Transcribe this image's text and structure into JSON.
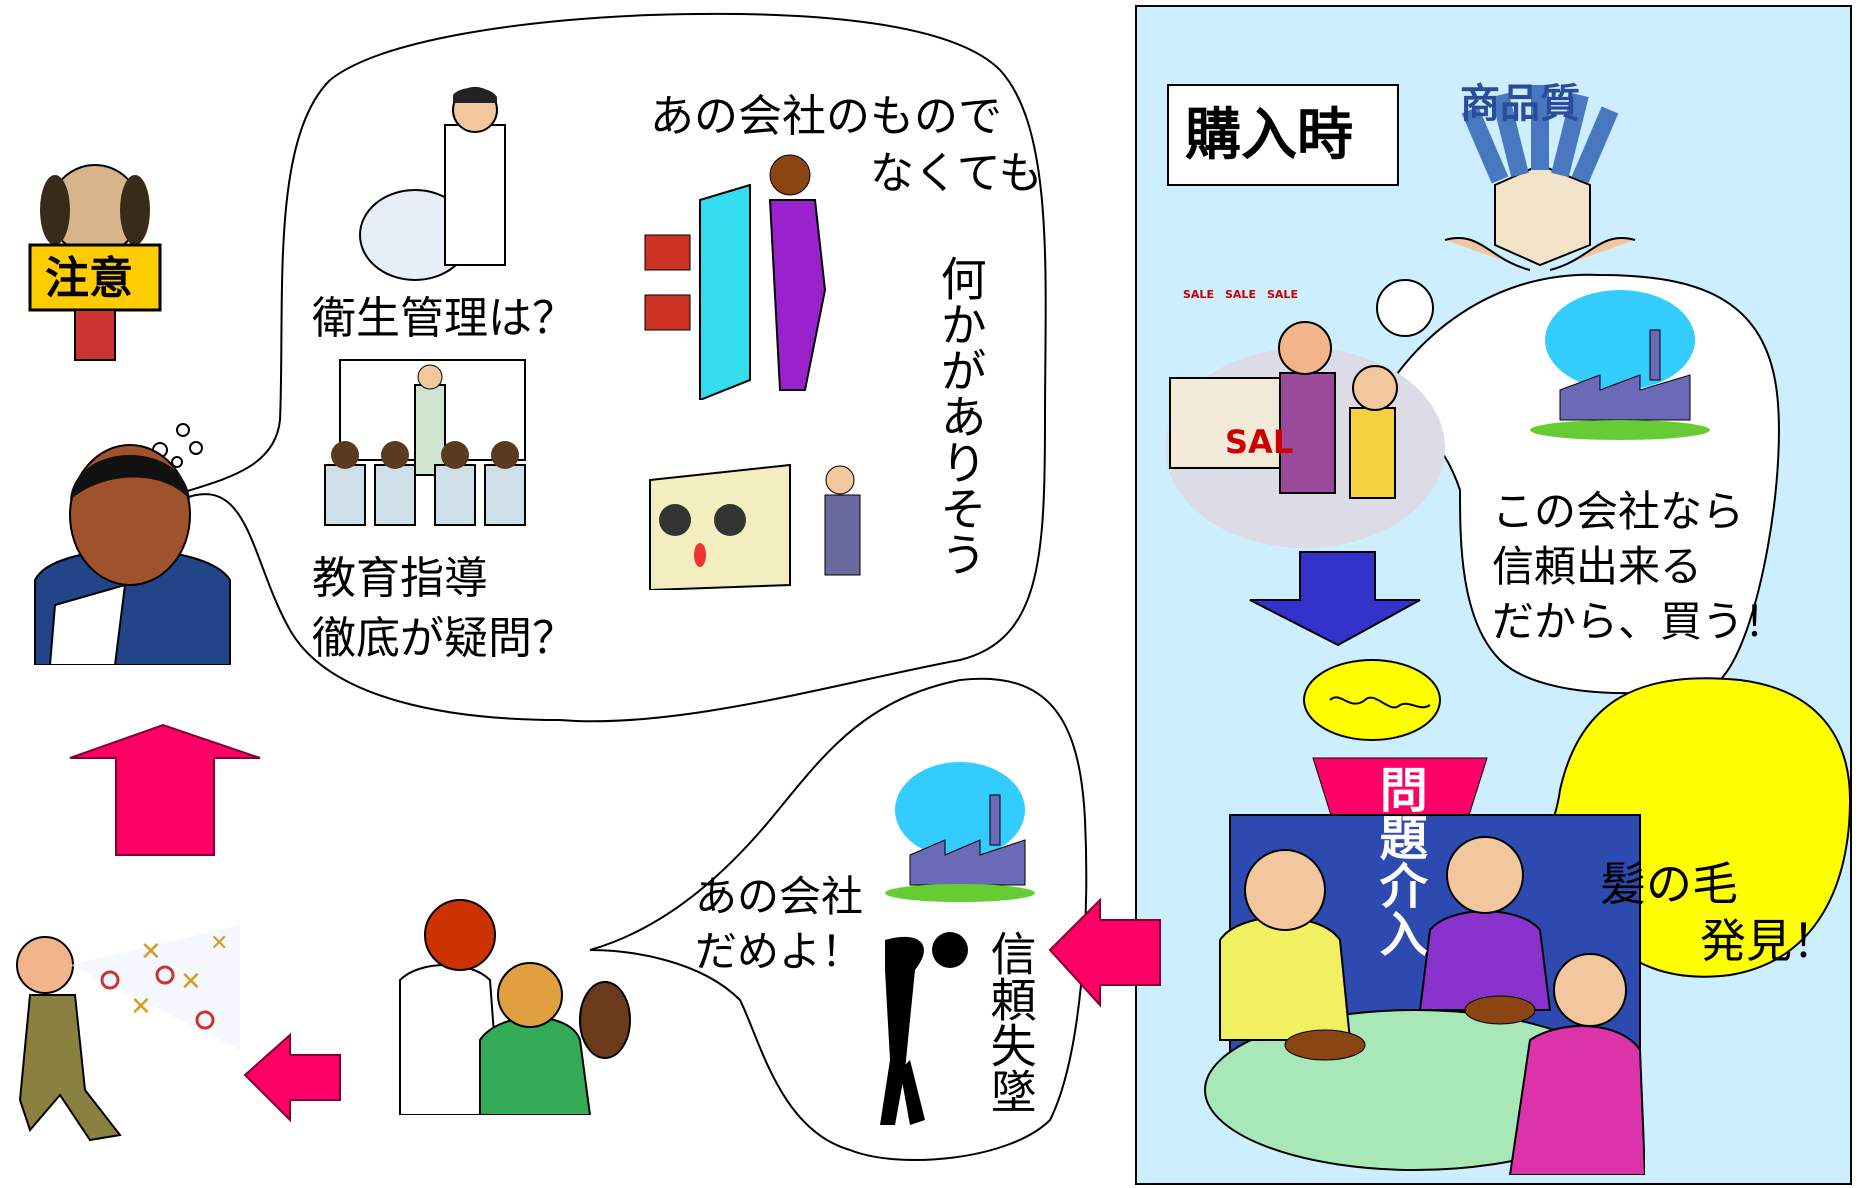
{
  "purchase_label": "購入時",
  "quality_sign": "商品質",
  "caution_sign": "注意",
  "sale_tags": [
    "SALE",
    "SALE",
    "SALE"
  ],
  "counter_sign": "SAL",
  "thought_bubble": {
    "hygiene": "衛生管理は？",
    "education_line1": "教育指導",
    "education_line2": "徹底が疑問？",
    "other_company_line1": "あの会社のもので",
    "other_company_line2": "なくても",
    "something_wrong": "何かがありそう"
  },
  "trust_bubble": {
    "line1": "この会社なら",
    "line2": "信頼出来る",
    "line3": "だから、買う！"
  },
  "problem_label": "問題介入",
  "hair_bubble": {
    "line1": "髪の毛",
    "line2": "発見！"
  },
  "gossip_bubble": {
    "line1": "あの会社",
    "line2": "だめよ！",
    "trust_lost": "信頼失墜"
  },
  "colors": {
    "panel_bg": "#cdeeff",
    "arrow_red": "#ff0066",
    "arrow_blue": "#3333cc",
    "highlight_yellow": "#ffff00"
  }
}
